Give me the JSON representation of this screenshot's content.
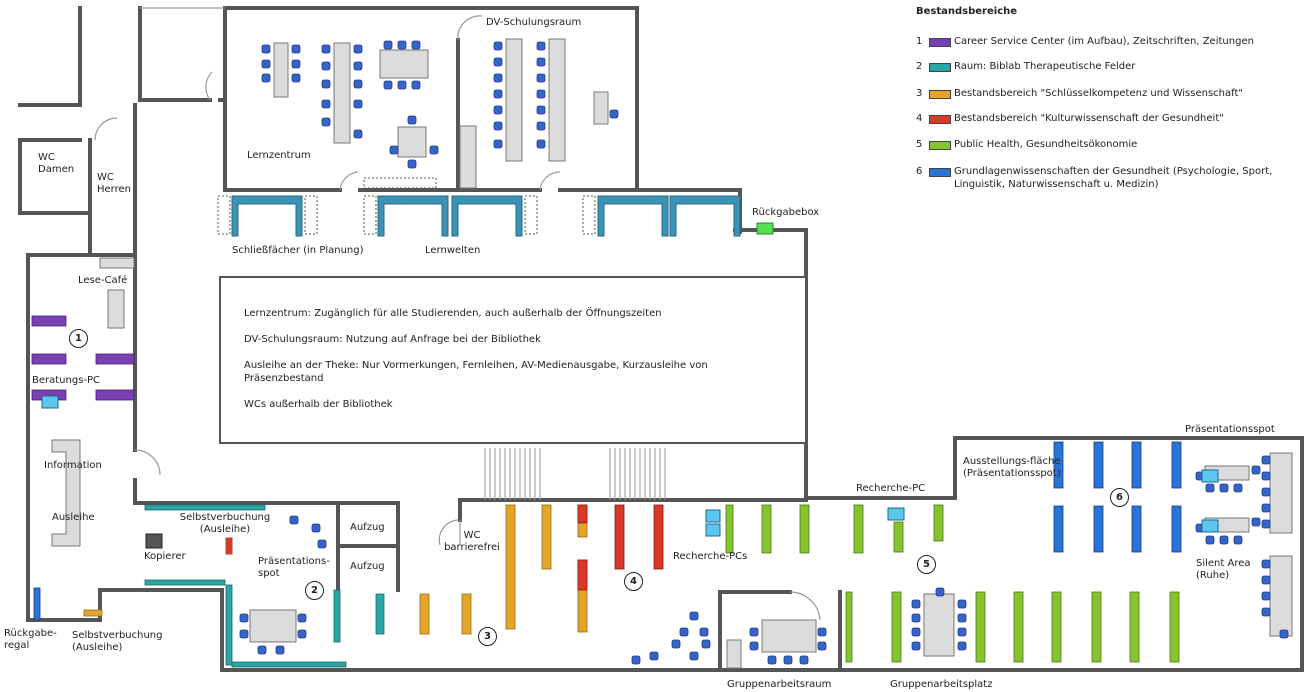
{
  "legend": {
    "title": "Bestandsbereiche",
    "items": [
      {
        "num": "1",
        "color": "#7a3fb5",
        "text": "Career Service Center (im Aufbau), Zeitschriften, Zeitungen"
      },
      {
        "num": "2",
        "color": "#2aa6a6",
        "text": "Raum: Biblab Therapeutische Felder"
      },
      {
        "num": "3",
        "color": "#e3a52a",
        "text": "Bestandsbereich \"Schlüsselkompetenz und Wissenschaft\""
      },
      {
        "num": "4",
        "color": "#d83a2a",
        "text": "Bestandsbereich \"Kulturwissenschaft der Gesundheit\""
      },
      {
        "num": "5",
        "color": "#86c232",
        "text": "Public Health, Gesundheitsökonomie"
      },
      {
        "num": "6",
        "color": "#2a74d6",
        "text": "Grundlagenwissenschaften der Gesundheit (Psychologie, Sport, Linguistik, Naturwissenschaft u. Medizin)"
      }
    ]
  },
  "info": {
    "line1": "Lernzentrum: Zugänglich für alle Studierenden, auch außerhalb der Öffnungszeiten",
    "line2": "DV-Schulungsraum: Nutzung auf Anfrage bei der Bibliothek",
    "line3": "Ausleihe an der Theke: Nur Vormerkungen, Fernleihen, AV-Medienausgabe, Kurzausleihe von Präsenzbestand",
    "line4": "WCs außerhalb der Bibliothek"
  },
  "rooms": {
    "dv_schulungsraum": "DV-Schulungsraum",
    "lernzentrum": "Lernzentrum",
    "schliessfaecher": "Schließfächer (in Planung)",
    "lernwelten": "Lernwelten",
    "rueckgabebox": "Rückgabebox",
    "wc_damen": "WC Damen",
    "wc_herren": "WC Herren",
    "lese_cafe": "Lese-Café",
    "beratungs_pc": "Beratungs-PC",
    "information": "Information",
    "ausleihe": "Ausleihe",
    "selbstverbuchung_1": "Selbstverbuchung (Ausleihe)",
    "kopierer": "Kopierer",
    "praesentationsspot_left": "Präsentations-spot",
    "aufzug_1": "Aufzug",
    "aufzug_2": "Aufzug",
    "wc_barrierefrei": "WC barrierefrei",
    "recherche_pcs": "Recherche-PCs",
    "recherche_pc": "Recherche-PC",
    "ausstellungsflaeche": "Ausstellungs-fläche (Präsentationsspot)",
    "praesentationsspot_right": "Präsentationsspot",
    "silent_area": "Silent Area (Ruhe)",
    "rueckgabe_regal": "Rückgabe-regal",
    "selbstverbuchung_2": "Selbstverbuchung (Ausleihe)",
    "gruppenarbeitsraum": "Gruppenarbeitsraum",
    "gruppenarbeitsplatz": "Gruppenarbeitsplatz"
  },
  "zones": [
    "1",
    "2",
    "3",
    "4",
    "5",
    "6"
  ]
}
